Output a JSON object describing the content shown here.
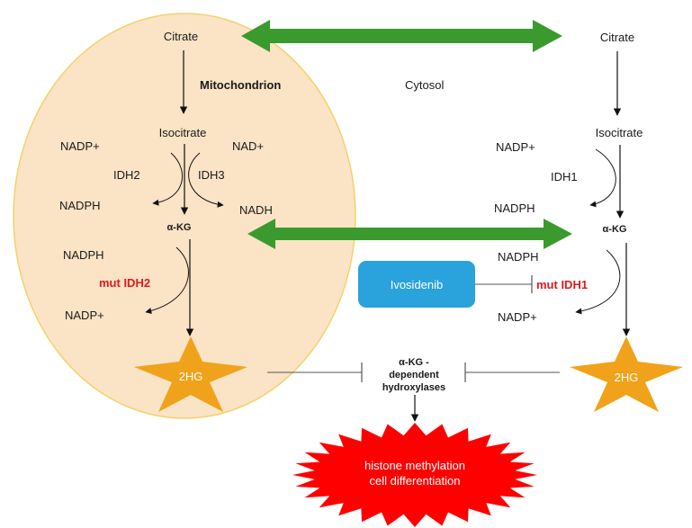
{
  "compartments": {
    "mitochondrion": "Mitochondrion",
    "cytosol": "Cytosol"
  },
  "mito": {
    "citrate": "Citrate",
    "isocitrate": "Isocitrate",
    "nadp_plus_top": "NADP+",
    "nad_plus": "NAD+",
    "idh2": "IDH2",
    "idh3": "IDH3",
    "nadph_left": "NADPH",
    "nadh": "NADH",
    "akg": "α-KG",
    "nadph_mut": "NADPH",
    "mut_idh2": "mut IDH2",
    "nadp_plus_bottom": "NADP+",
    "hg": "2HG"
  },
  "cyto": {
    "citrate": "Citrate",
    "isocitrate": "Isocitrate",
    "nadp_plus_top": "NADP+",
    "idh1": "IDH1",
    "nadph": "NADPH",
    "akg": "α-KG",
    "nadph_mut": "NADPH",
    "mut_idh1": "mut IDH1",
    "nadp_plus_bottom": "NADP+",
    "hg": "2HG"
  },
  "drug": {
    "name": "Ivosidenib"
  },
  "hydroxylases": {
    "line1": "α-KG -",
    "line2": "dependent",
    "line3": "hydroxylases"
  },
  "outcome": {
    "line1": "histone methylation",
    "line2": "cell differentiation"
  },
  "colors": {
    "mito_fill": "#fbe3c5",
    "mito_border": "#f2d36b",
    "transport_arrow": "#3a9a2e",
    "star": "#f0a21b",
    "drug_box": "#2aa2dc",
    "mutant_text": "#e0191b",
    "burst": "#ff0000"
  }
}
